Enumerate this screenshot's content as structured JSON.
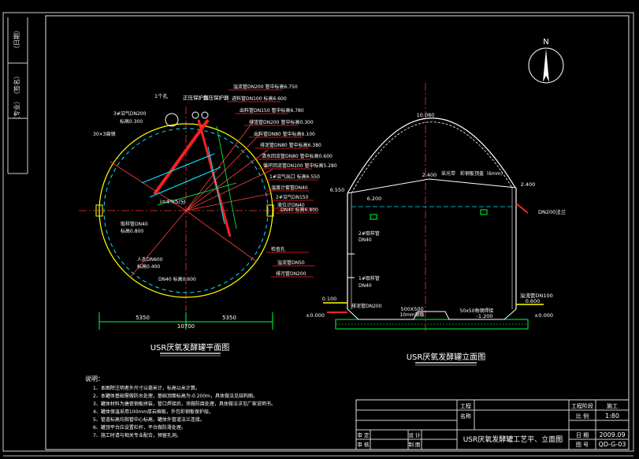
{
  "north_label": "N",
  "plan": {
    "title": "USR厌氧发酵罐平面图",
    "dim_total": "10700",
    "dim_left": "5350",
    "dim_right": "5350",
    "slope_label": "i=4%5/分",
    "callouts_right": [
      "溢流管DN200 管中标高6.750",
      "进料管DN100 标高6.600",
      "出料管DN150 管中标高6.780",
      "排渣管DN200 管中标高0.300",
      "出料管DN80 管中标高6.100",
      "排泥管DN80 管中标高6.380",
      "清水回流管DN80 管中标高0.600",
      "循环回流管DN100 管中标高5.280",
      "1#沼气出口 标高6.550",
      "温度计套管DN40",
      "2#沼气DN150",
      "液位计DN40",
      "DN40 标高6.800",
      "检查孔",
      "溢流管DN50",
      "排污管DN200"
    ],
    "callouts_left": [
      "3#沼气DN200",
      "标高0.300",
      "30×3扁钢",
      "取样管DN40",
      "标高0.800",
      "人孔DN600",
      "标高0.400",
      "DN40 标高0.600"
    ],
    "top_labels": [
      "1个孔",
      "正压保护器",
      "负压保护器"
    ]
  },
  "elevation": {
    "title": "USR厌氧发酵罐立面图",
    "dome_top": "10.080",
    "level_2400_left": "2.400",
    "level_2400_right": "2.400",
    "level_650": "6.550",
    "level_6200": "6.200",
    "level_low_left": "0.100",
    "level_low_right": "0.600",
    "base_left": "±0.000",
    "base_right": "±0.000",
    "base_mid": "-1.200",
    "sump": "500X500",
    "sump2": "10mm钢板",
    "base_note": "50x50角钢焊接",
    "right_inlet": "DN200法兰",
    "right_pipe": "溢流管DN100",
    "left_pipe1": "2#取样管",
    "left_pipe1b": "DN40",
    "left_pipe2": "1#取样管",
    "left_pipe2b": "DN40",
    "left_pipe3": "排泥管DN200",
    "roof_note": "采光带",
    "roof_note2": "彩钢板顶盖（6mm）"
  },
  "notes": {
    "heading": "说明：",
    "items": [
      "1、本图除注明者外尺寸以毫米计，标高以米计算。",
      "2、本罐体基础需做防水处理，基础顶面标高为-0.200m，具体做法见结构图。",
      "3、罐体材料为搪瓷钢板拼装，管口焊接后，须做防腐处理，具体做法详见厂家说明书。",
      "4、罐体保温采用100mm厚岩棉板，外包彩钢板保护层。",
      "5、管道标高均指管中心标高，罐体外管道法兰连接。",
      "6、罐顶平台应设置栏杆，平台做防滑处理。",
      "7、施工时请与相关专业配合，预留孔洞。"
    ]
  },
  "title_block": {
    "project_label": "工程",
    "project_name_label": "名称",
    "drawing_name": "USR厌氧发酵罐工艺平、立面图",
    "stage_label": "工程阶段",
    "stage_value": "施工",
    "scale_label": "比  例",
    "scale_value": "1:80",
    "date_label": "日  期",
    "date_value": "2009.09",
    "drawing_no_label": "图  号",
    "drawing_no_value": "QD-G-03",
    "review_label": "审  定",
    "check_label": "审  核",
    "design_label": "设  计",
    "draw_label": "制  图"
  },
  "side_strip": [
    "（专业）",
    "（签名）",
    "（日期）"
  ]
}
